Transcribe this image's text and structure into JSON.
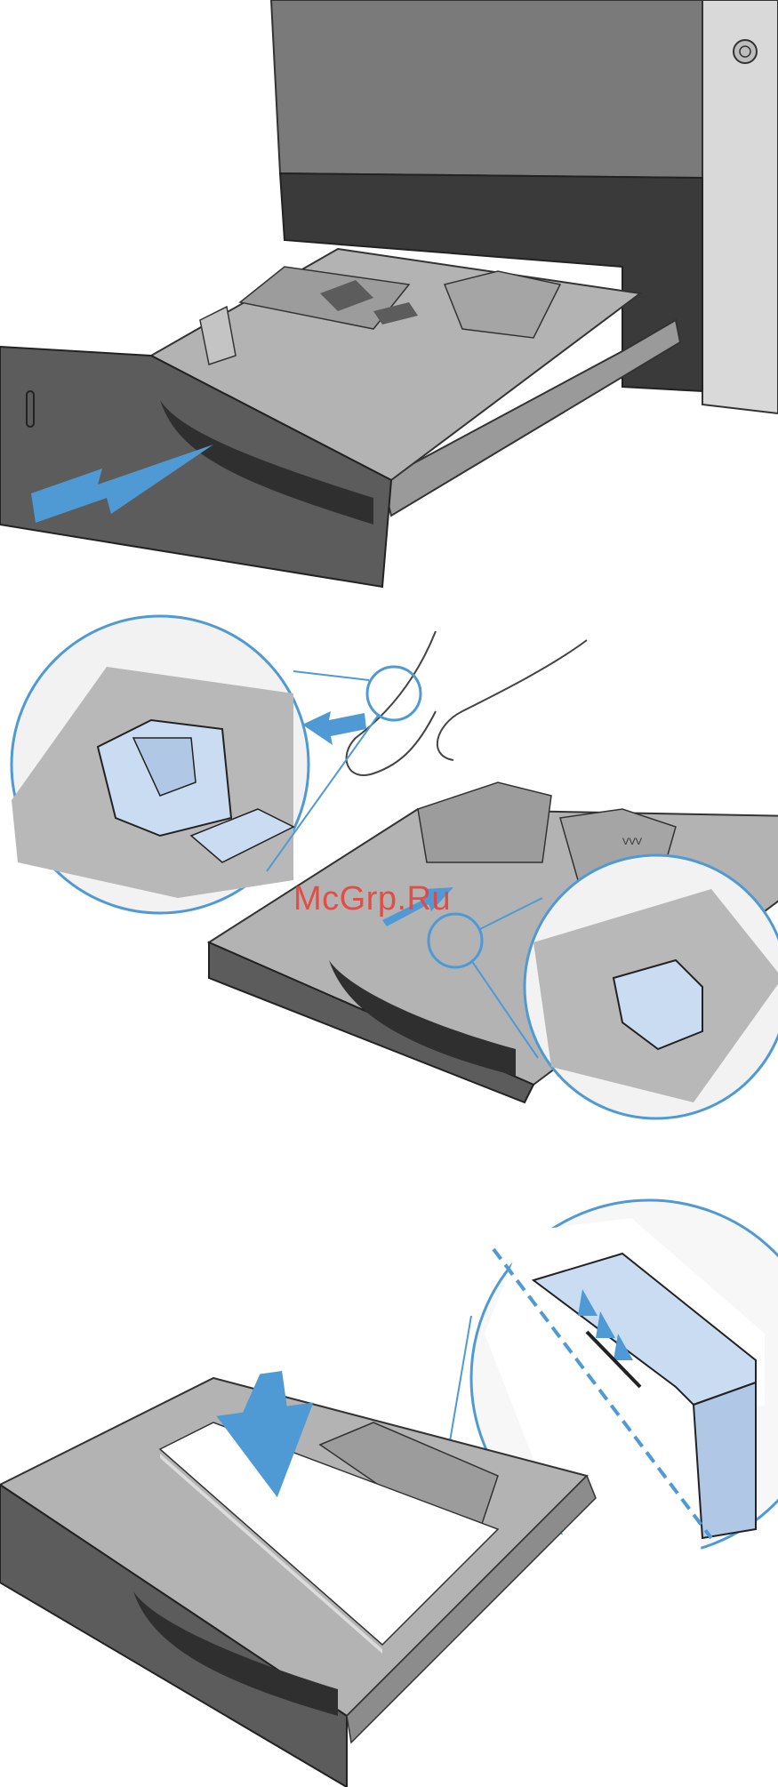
{
  "watermark": {
    "text": "McGrp.Ru"
  },
  "tray_label_panel2": "VVV",
  "colors": {
    "accent": "#4f9ad4",
    "tray_dark": "#5c5c5c",
    "tray_mid": "#8c8c8c",
    "tray_light": "#c4c4c4",
    "printer_body": "#7a7a7a",
    "paper": "#ffffff",
    "guide_blue": "#c9dcf2"
  },
  "icons": {
    "pull_arrow": "arrow-left-down",
    "slide_arrows": "double-arrow",
    "insert_arrow": "arrow-down",
    "power_button": "power-icon"
  }
}
